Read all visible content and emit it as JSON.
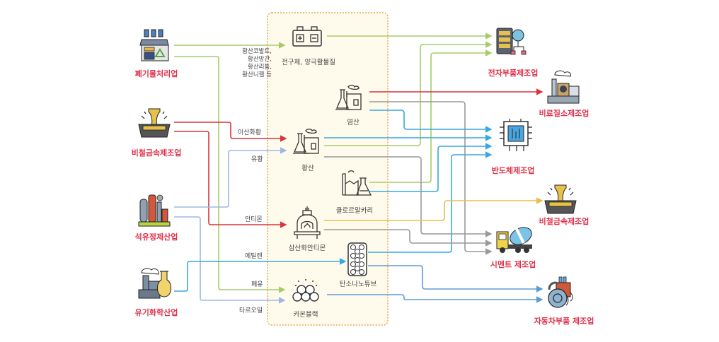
{
  "diagram": {
    "type": "flow",
    "sources": [
      {
        "id": "waste",
        "label": "폐기물처리업",
        "icon": "waste-recycling-factory-icon"
      },
      {
        "id": "nonferrous_src",
        "label": "비철금속제조업",
        "icon": "molten-metal-crucible-icon"
      },
      {
        "id": "petroleum",
        "label": "석유정제산업",
        "icon": "oil-refinery-icon"
      },
      {
        "id": "organic",
        "label": "유기화학산업",
        "icon": "chemical-plant-flask-icon"
      }
    ],
    "input_materials": [
      {
        "label": "황산코발트,",
        "group": "waste"
      },
      {
        "label": "황산망간,",
        "group": "waste"
      },
      {
        "label": "황산리튬,",
        "group": "waste"
      },
      {
        "label": "황산니켈 등",
        "group": "waste"
      },
      {
        "label": "이산화황",
        "group": "nonferrous_src"
      },
      {
        "label": "유황",
        "group": "petroleum"
      },
      {
        "label": "안티몬",
        "group": "nonferrous_src"
      },
      {
        "label": "에틸렌",
        "group": "organic"
      },
      {
        "label": "폐유",
        "group": "waste"
      },
      {
        "label": "타르오일",
        "group": "petroleum"
      }
    ],
    "products": [
      {
        "id": "precursor",
        "label": "전구체, 양극활물질",
        "icon": "battery-icon"
      },
      {
        "id": "hcl",
        "label": "염산",
        "icon": "chemical-factory-flask-icon"
      },
      {
        "id": "sulfuric",
        "label": "황산",
        "icon": "chemical-factory-flask-icon"
      },
      {
        "id": "chloralkali",
        "label": "클로르알카리",
        "icon": "factory-erlenmeyer-icon"
      },
      {
        "id": "antimony_trioxide",
        "label": "삼산화안티몬",
        "icon": "furnace-icon"
      },
      {
        "id": "cnt",
        "label": "탄소나노튜브",
        "icon": "carbon-nanotube-icon"
      },
      {
        "id": "carbon_black",
        "label": "카본블랙",
        "icon": "carbon-black-particles-icon"
      }
    ],
    "destinations": [
      {
        "id": "electronics",
        "label": "전자부품제조업",
        "icon": "electronics-server-gear-icon"
      },
      {
        "id": "fertilizer",
        "label": "비료질소제조업",
        "icon": "fertilizer-factory-icon"
      },
      {
        "id": "semiconductor",
        "label": "반도체제조업",
        "icon": "microchip-icon"
      },
      {
        "id": "nonferrous_dst",
        "label": "비철금속제조업",
        "icon": "molten-metal-crucible-icon"
      },
      {
        "id": "cement",
        "label": "시멘트 제조업",
        "icon": "cement-mixer-truck-icon"
      },
      {
        "id": "auto_parts",
        "label": "자동차부품 제조업",
        "icon": "car-part-gear-icon"
      }
    ],
    "flows_in": [
      {
        "from": "waste",
        "to": "precursor",
        "via": "황산코발트, 황산망간, 황산리튬, 황산니켈 등",
        "color": "#a6cc6a"
      },
      {
        "from": "waste",
        "to": "carbon_black",
        "via": "폐유",
        "color": "#a6cc6a"
      },
      {
        "from": "nonferrous_src",
        "to": "sulfuric",
        "via": "이산화황",
        "color": "#d9343f"
      },
      {
        "from": "nonferrous_src",
        "to": "antimony_trioxide",
        "via": "안티몬",
        "color": "#d9343f"
      },
      {
        "from": "petroleum",
        "to": "sulfuric",
        "via": "유황",
        "color": "#9fb7e6"
      },
      {
        "from": "petroleum",
        "to": "carbon_black",
        "via": "타르오일",
        "color": "#9fb7e6"
      },
      {
        "from": "organic",
        "to": "cnt",
        "via": "에틸렌",
        "color": "#37a9e0"
      }
    ],
    "flows_out": [
      {
        "from": "precursor",
        "to": "electronics",
        "color": "#a6cc6a"
      },
      {
        "from": "hcl",
        "to": "fertilizer",
        "color": "#d9343f"
      },
      {
        "from": "hcl",
        "to": "cement",
        "color": "#999999"
      },
      {
        "from": "hcl",
        "to": "semiconductor",
        "color": "#37a9e0"
      },
      {
        "from": "sulfuric",
        "to": "semiconductor",
        "color": "#37a9e0"
      },
      {
        "from": "sulfuric",
        "to": "electronics",
        "color": "#a6cc6a"
      },
      {
        "from": "sulfuric",
        "to": "cement",
        "color": "#999999"
      },
      {
        "from": "chloralkali",
        "to": "electronics",
        "color": "#a6cc6a"
      },
      {
        "from": "chloralkali",
        "to": "semiconductor",
        "color": "#37a9e0"
      },
      {
        "from": "antimony_trioxide",
        "to": "nonferrous_dst",
        "color": "#e8bd4a"
      },
      {
        "from": "antimony_trioxide",
        "to": "cement",
        "color": "#999999"
      },
      {
        "from": "cnt",
        "to": "semiconductor",
        "color": "#37a9e0"
      },
      {
        "from": "cnt",
        "to": "auto_parts",
        "color": "#5b9bd5"
      },
      {
        "from": "carbon_black",
        "to": "auto_parts",
        "color": "#5b9bd5"
      }
    ],
    "colors": {
      "label_red": "#e0314b",
      "box_border": "#f0a04a",
      "box_fill": "#fffbec",
      "green": "#a6cc6a",
      "red": "#d9343f",
      "lavender": "#9fb7e6",
      "blue": "#37a9e0",
      "gray": "#999999",
      "yellow": "#e8bd4a",
      "steel": "#5b9bd5"
    }
  }
}
